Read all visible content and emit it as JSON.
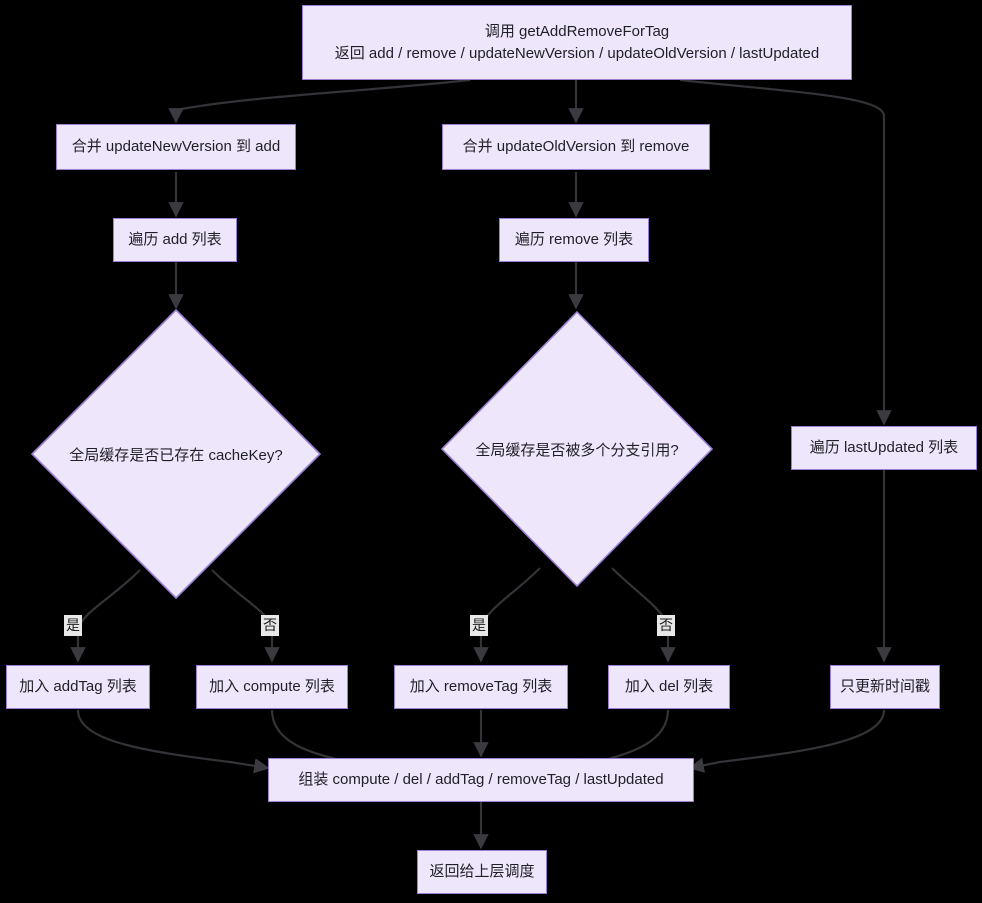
{
  "diagram": {
    "type": "flowchart",
    "direction": "top-down",
    "theme": "dark",
    "colors": {
      "background": "#000000",
      "node_fill": "#eee6fb",
      "node_stroke": "#9a7fd4",
      "node_text": "#1f1f26",
      "edge_stroke": "#333338",
      "edge_label_bg": "#e8e8e8",
      "edge_label_text": "#1b1b1b"
    },
    "nodes": [
      {
        "id": "start",
        "shape": "rect",
        "line1": "调用 getAddRemoveForTag",
        "line2": "返回 add / remove / updateNewVersion / updateOldVersion / lastUpdated"
      },
      {
        "id": "merge-new",
        "shape": "rect",
        "label": "合并 updateNewVersion 到 add"
      },
      {
        "id": "merge-old",
        "shape": "rect",
        "label": "合并 updateOldVersion 到 remove"
      },
      {
        "id": "iter-add",
        "shape": "rect",
        "label": "遍历 add 列表"
      },
      {
        "id": "iter-remove",
        "shape": "rect",
        "label": "遍历 remove 列表"
      },
      {
        "id": "iter-lastupdated",
        "shape": "rect",
        "label": "遍历 lastUpdated 列表"
      },
      {
        "id": "decide-cachekey",
        "shape": "diamond",
        "label": "全局缓存是否已存在 cacheKey?"
      },
      {
        "id": "decide-multibranch",
        "shape": "diamond",
        "label": "全局缓存是否被多个分支引用?"
      },
      {
        "id": "add-addtag",
        "shape": "rect",
        "label": "加入 addTag 列表"
      },
      {
        "id": "add-compute",
        "shape": "rect",
        "label": "加入 compute 列表"
      },
      {
        "id": "add-removetag",
        "shape": "rect",
        "label": "加入 removeTag 列表"
      },
      {
        "id": "add-del",
        "shape": "rect",
        "label": "加入 del 列表"
      },
      {
        "id": "only-timestamp",
        "shape": "rect",
        "label": "只更新时间戳"
      },
      {
        "id": "assemble",
        "shape": "rect",
        "label": "组装 compute / del / addTag / removeTag / lastUpdated"
      },
      {
        "id": "return-upper",
        "shape": "rect",
        "label": "返回给上层调度"
      }
    ],
    "edge_labels": [
      {
        "id": "yes-cachekey",
        "text": "是"
      },
      {
        "id": "no-cachekey",
        "text": "否"
      },
      {
        "id": "yes-multibranch",
        "text": "是"
      },
      {
        "id": "no-multibranch",
        "text": "否"
      }
    ]
  }
}
